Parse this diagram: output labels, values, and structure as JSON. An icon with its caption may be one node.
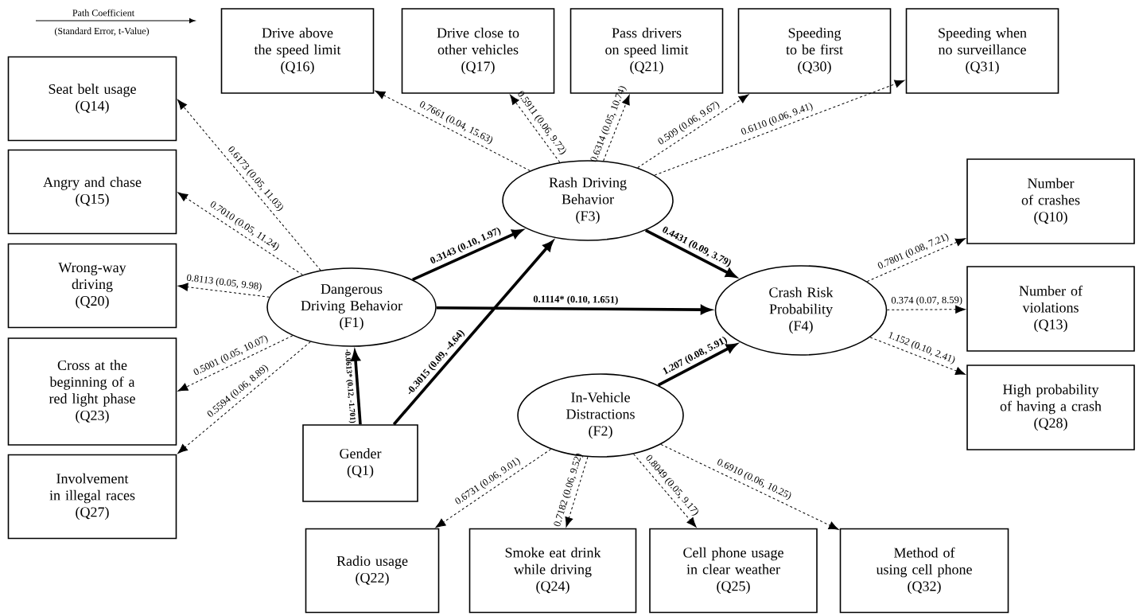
{
  "diagram": {
    "nodes": [
      {
        "text": [
          "Drive above the speed limit",
          "(Q16)"
        ]
      },
      {
        "text": [
          "Drive close to other vehicles",
          "(Q17)"
        ]
      },
      {
        "text": [
          "Pass drivers on speed limit",
          "(Q21)"
        ]
      },
      {
        "text": [
          "Speeding to be first",
          "(Q30)"
        ]
      },
      {
        "text": [
          "Speeding when no surveillance",
          "(Q31)"
        ]
      },
      {
        "text": [
          "Seat belt usage",
          "(Q14)"
        ]
      },
      {
        "text": [
          "Angry and chase",
          "(Q15)"
        ]
      },
      {
        "text": [
          "Wrong-way driving",
          "(Q20)"
        ]
      },
      {
        "text": [
          "Cross at the beginning of a red light phase",
          "(Q23)"
        ]
      },
      {
        "text": [
          "Involvement in illegal races",
          "(Q27)"
        ]
      },
      {
        "text": [
          "Gender",
          "(Q1)"
        ]
      },
      {
        "text": [
          "Dangerous Driving Behavior",
          "(F1)"
        ]
      },
      {
        "text": [
          "Rash Driving Behavior",
          "(F3)"
        ]
      },
      {
        "text": [
          "Crash Risk Probability",
          "(F4)"
        ]
      },
      {
        "text": [
          "In-Vehicle Distractions",
          "(F2)"
        ]
      },
      {
        "text": [
          "Number of crashes",
          "(Q10)"
        ]
      },
      {
        "text": [
          "Number of violations",
          "(Q13)"
        ]
      },
      {
        "text": [
          "High probability of having a crash",
          "(Q28)"
        ]
      },
      {
        "text": [
          "Radio usage",
          "(Q22)"
        ]
      },
      {
        "text": [
          "Smoke eat drink while driving",
          "(Q24)"
        ]
      },
      {
        "text": [
          "Cell phone usage in clear weather",
          "(Q25)"
        ]
      },
      {
        "text": [
          "Method of using cell phone",
          "(Q32)"
        ]
      }
    ],
    "edges": [
      {
        "from": 11,
        "to": 5,
        "arrow": "to",
        "style": "dashed",
        "label": "0.6173 (0.05, 11.03)"
      },
      {
        "from": 11,
        "to": 6,
        "arrow": "to",
        "style": "dashed",
        "label": "0.7010 (0.05, 11.24)"
      },
      {
        "from": 11,
        "to": 7,
        "arrow": "to",
        "style": "dashed",
        "label": "0.8113 (0.05, 9.98)"
      },
      {
        "from": 11,
        "to": 8,
        "arrow": "to",
        "style": "dashed",
        "label": "0.5001 (0.05, 10.07)"
      },
      {
        "from": 11,
        "to": 9,
        "arrow": "to",
        "style": "dashed",
        "label": "0.5594 (0.06, 8.89)"
      },
      {
        "from": 12,
        "to": 0,
        "arrow": "to",
        "style": "dashed",
        "label": "0.7661 (0.04, 15.63)"
      },
      {
        "from": 12,
        "to": 1,
        "arrow": "to",
        "style": "dashed",
        "label": "0.5911 (0.06, 9.72)"
      },
      {
        "from": 12,
        "to": 2,
        "arrow": "to",
        "style": "dashed",
        "label": "0.6314 (0.05, 10.74)"
      },
      {
        "from": 12,
        "to": 3,
        "arrow": "to",
        "style": "dashed",
        "label": "0.509 (0.06, 9.67)"
      },
      {
        "from": 12,
        "to": 4,
        "arrow": "to",
        "style": "dashed",
        "label": "0.6110 (0.06, 9.41)"
      },
      {
        "from": 11,
        "to": 12,
        "arrow": "to",
        "style": "thick",
        "label": "0.3143 (0.10, 1.97)"
      },
      {
        "from": 12,
        "to": 13,
        "arrow": "to",
        "style": "thick",
        "label": "0.4431 (0.09, 3.79)"
      },
      {
        "from": 11,
        "to": 13,
        "arrow": "to",
        "style": "thick",
        "label": "0.1114* (0.10, 1.651)"
      },
      {
        "from": 10,
        "to": 11,
        "arrow": "to",
        "style": "thick",
        "label": "-0.0613* (0.12, -1.701)"
      },
      {
        "from": 10,
        "to": 12,
        "arrow": "to",
        "style": "thick",
        "label": "-0.3015 (0.09, -4.64)"
      },
      {
        "from": 14,
        "to": 13,
        "arrow": "to",
        "style": "thick",
        "label": "1.207 (0.08, 5.91)"
      },
      {
        "from": 13,
        "to": 15,
        "arrow": "to",
        "style": "dashed",
        "label": "0.7801 (0.08, 7.21)"
      },
      {
        "from": 13,
        "to": 16,
        "arrow": "to",
        "style": "dashed",
        "label": "0.374 (0.07, 8.59)"
      },
      {
        "from": 13,
        "to": 17,
        "arrow": "to",
        "style": "dashed",
        "label": "1.152 (0.10, 2.41)"
      },
      {
        "from": 14,
        "to": 18,
        "arrow": "to",
        "style": "dashed",
        "label": "0.6731 (0.06, 9.01)"
      },
      {
        "from": 14,
        "to": 19,
        "arrow": "to",
        "style": "dashed",
        "label": "0.7182 (0.06, 9.52)"
      },
      {
        "from": 14,
        "to": 20,
        "arrow": "to",
        "style": "dashed",
        "label": "0.8049 (0.05, 9.17)"
      },
      {
        "from": 14,
        "to": 21,
        "arrow": "to",
        "style": "dashed",
        "label": "0.6910 (0.06, 10.25)"
      }
    ],
    "labels": [
      "Path Coefficient",
      "(Standard Error, t-Value)"
    ]
  }
}
